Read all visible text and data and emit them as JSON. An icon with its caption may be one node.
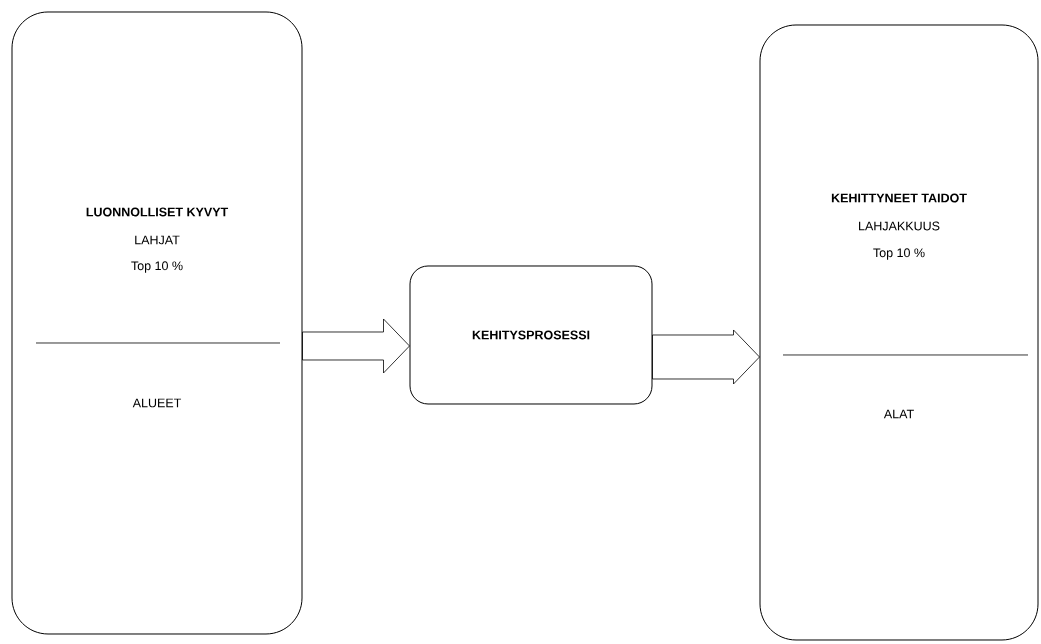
{
  "diagram": {
    "nodes": [
      {
        "text": [
          "LUONNOLLISET KYVYT",
          "LAHJAT",
          "Top 10 %",
          "ALUEET"
        ]
      },
      {
        "text": [
          "KEHITYSPROSESSI"
        ]
      },
      {
        "text": [
          "KEHITTYNEET TAIDOT",
          "LAHJAKKUUS",
          "Top 10 %",
          "ALAT"
        ]
      }
    ],
    "edges": [
      {
        "from": 0,
        "to": 1,
        "arrow": "to"
      },
      {
        "from": 1,
        "to": 2,
        "arrow": "to"
      }
    ]
  }
}
